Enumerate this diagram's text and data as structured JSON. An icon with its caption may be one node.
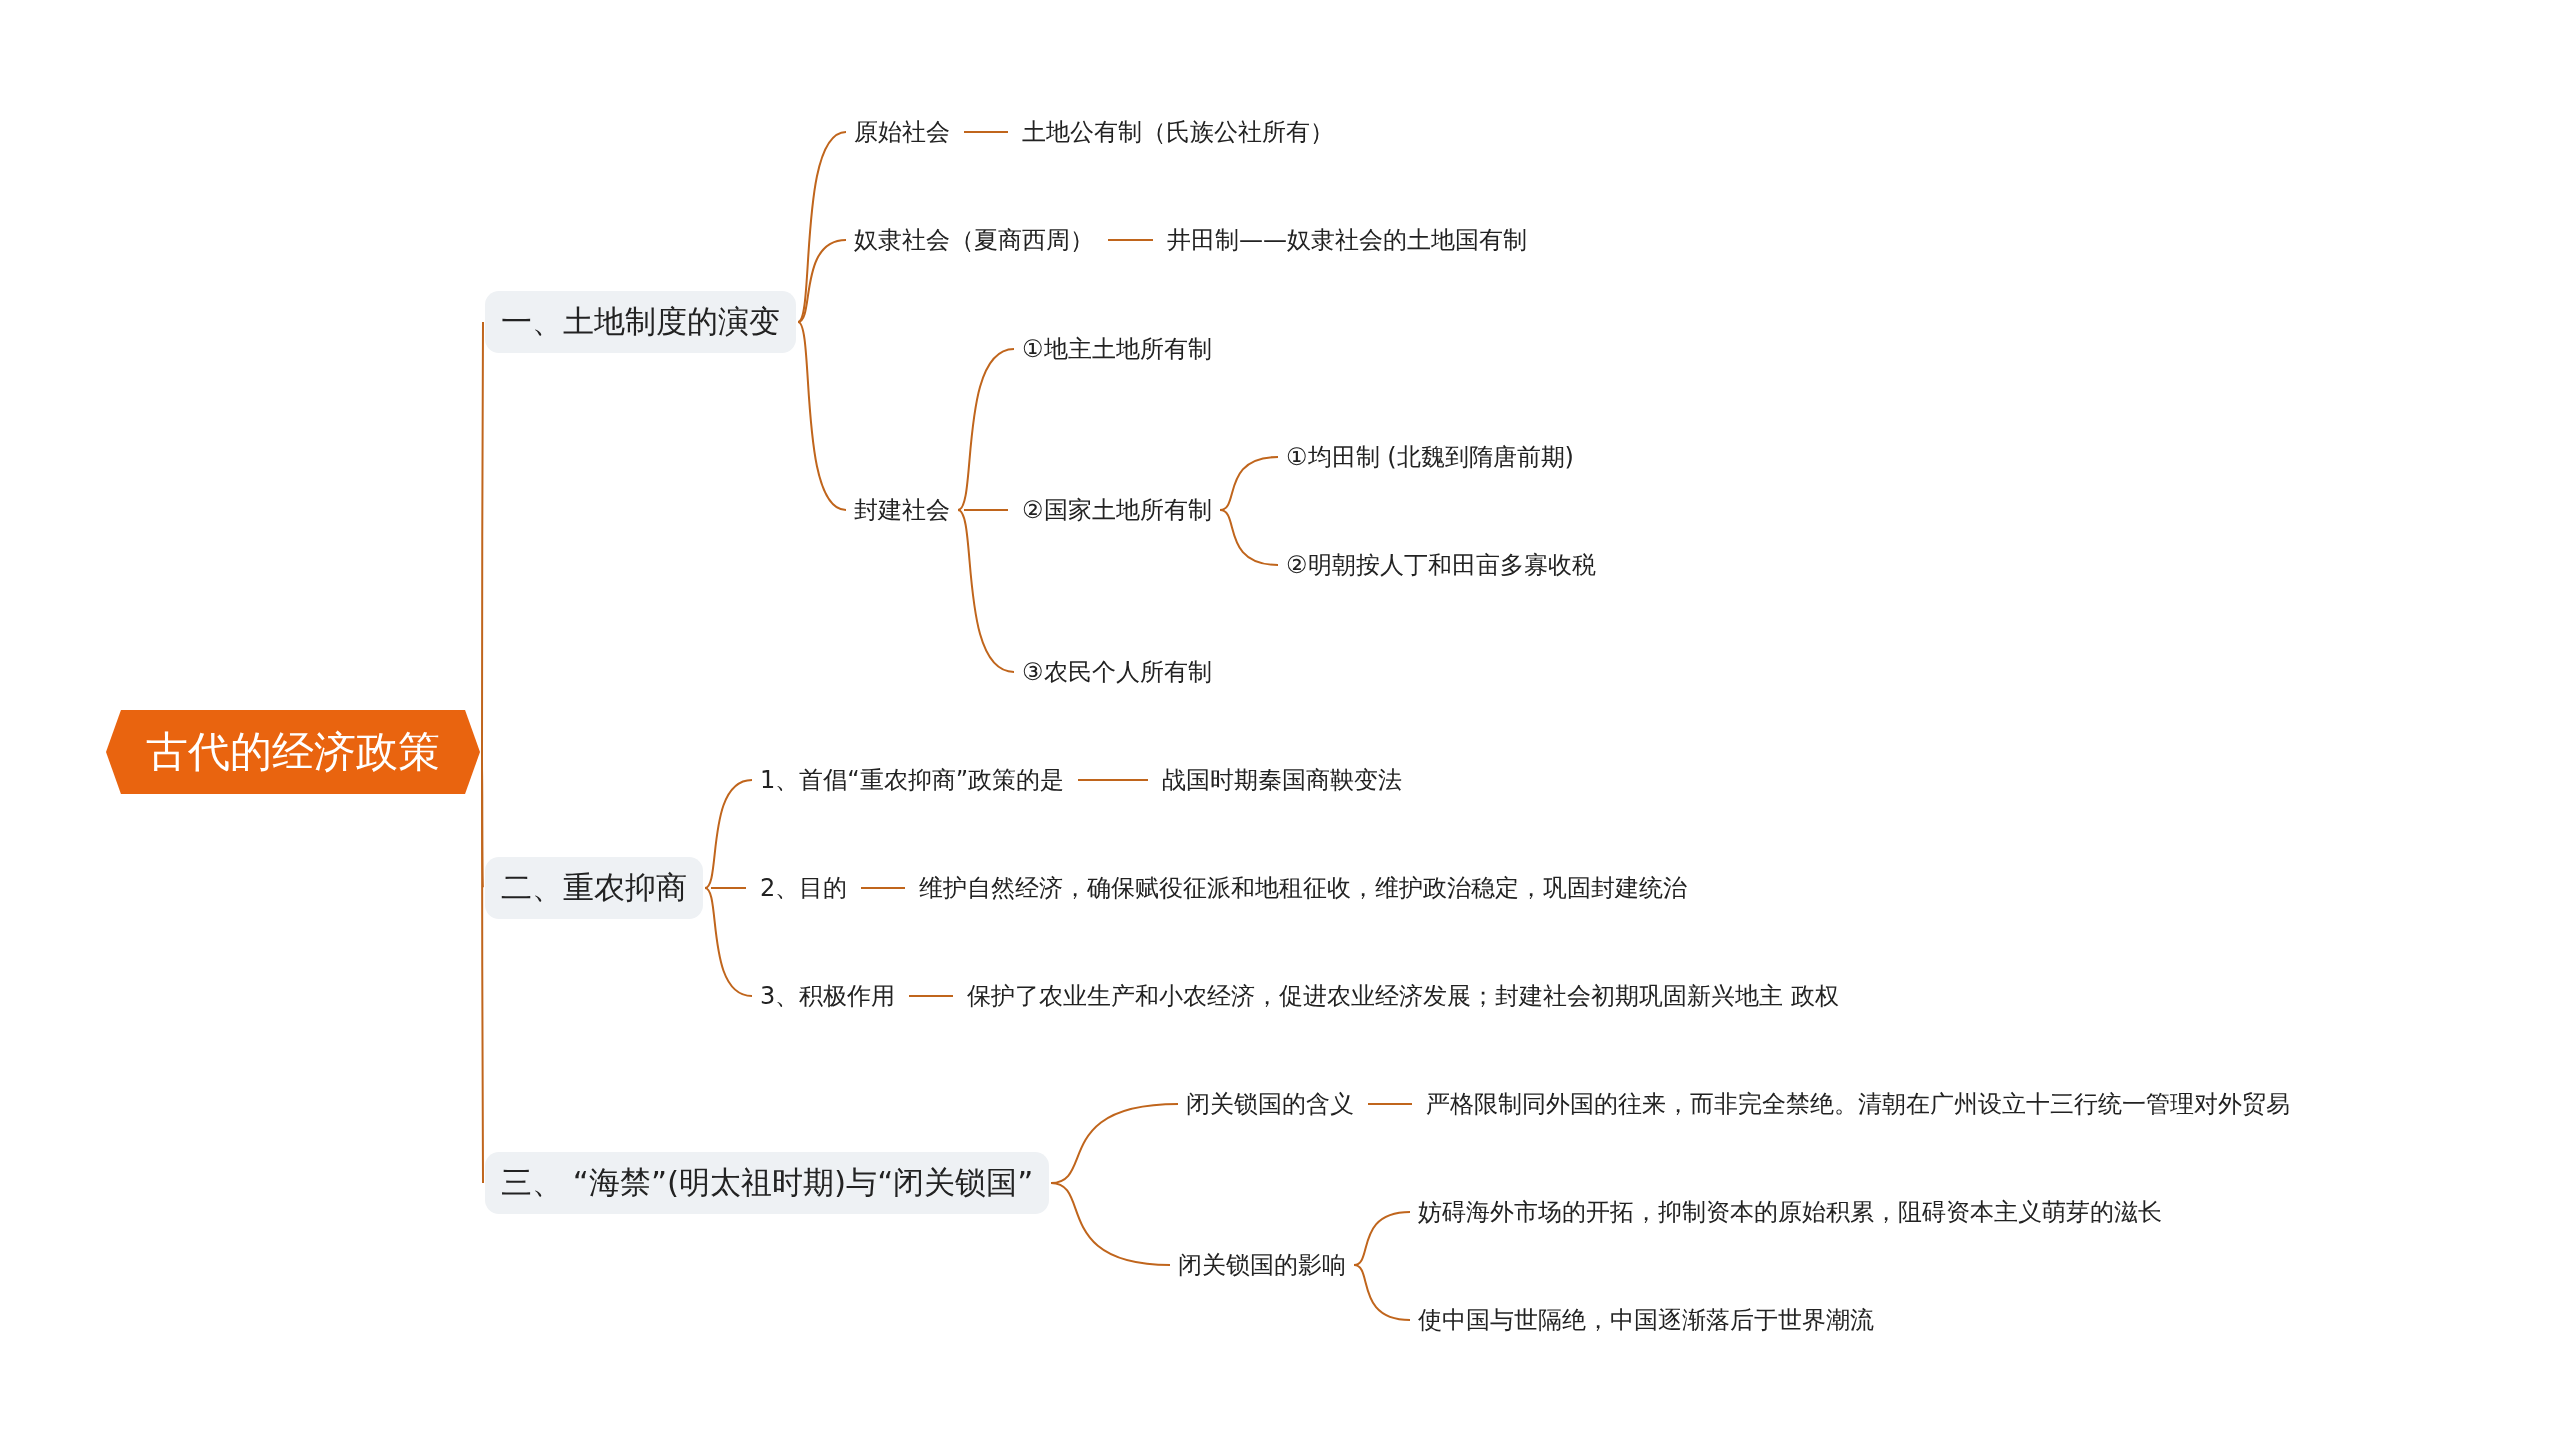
{
  "diagram": {
    "nodes": [
      {
        "text": [
          "古代的经济政策"
        ]
      },
      {
        "text": [
          "一、土地制度的演变"
        ]
      },
      {
        "text": [
          "原始社会"
        ]
      },
      {
        "text": [
          "土地公有制（氏族公社所有）"
        ]
      },
      {
        "text": [
          "奴隶社会（夏商西周）"
        ]
      },
      {
        "text": [
          "井田制——奴隶社会的土地国有制"
        ]
      },
      {
        "text": [
          "封建社会"
        ]
      },
      {
        "text": [
          "①地主土地所有制"
        ]
      },
      {
        "text": [
          "②国家土地所有制"
        ]
      },
      {
        "text": [
          "①均田制 (北魏到隋唐前期)"
        ]
      },
      {
        "text": [
          "②明朝按人丁和田亩多寡收税"
        ]
      },
      {
        "text": [
          "③农民个人所有制"
        ]
      },
      {
        "text": [
          "二、重农抑商"
        ]
      },
      {
        "text": [
          "1、首倡“重农抑商”政策的是"
        ]
      },
      {
        "text": [
          "战国时期秦国商鞅变法"
        ]
      },
      {
        "text": [
          "2、目的"
        ]
      },
      {
        "text": [
          "维护自然经济，确保赋役征派和地租征收，维护政治稳定，巩固封建统治"
        ]
      },
      {
        "text": [
          "3、积极作用"
        ]
      },
      {
        "text": [
          "保护了农业生产和小农经济，促进农业经济发展；封建社会初期巩固新兴地主 政权"
        ]
      },
      {
        "text": [
          "三、 “海禁”(明太祖时期)与“闭关锁国”"
        ]
      },
      {
        "text": [
          "闭关锁国的含义"
        ]
      },
      {
        "text": [
          "严格限制同外国的往来，而非完全禁绝。清朝在广州设立十三行统一管理对外贸易"
        ]
      },
      {
        "text": [
          "闭关锁国的影响"
        ]
      },
      {
        "text": [
          "妨碍海外市场的开拓，抑制资本的原始积累，阻碍资本主义萌芽的滋长"
        ]
      },
      {
        "text": [
          "使中国与世隔绝，中国逐渐落后于世界潮流"
        ]
      }
    ],
    "edges": [
      {
        "from": 0,
        "to": 1,
        "arrow": "none"
      },
      {
        "from": 0,
        "to": 12,
        "arrow": "none"
      },
      {
        "from": 0,
        "to": 19,
        "arrow": "none"
      },
      {
        "from": 1,
        "to": 2,
        "arrow": "none"
      },
      {
        "from": 1,
        "to": 4,
        "arrow": "none"
      },
      {
        "from": 1,
        "to": 6,
        "arrow": "none"
      },
      {
        "from": 2,
        "to": 3,
        "arrow": "none"
      },
      {
        "from": 4,
        "to": 5,
        "arrow": "none"
      },
      {
        "from": 6,
        "to": 7,
        "arrow": "none"
      },
      {
        "from": 6,
        "to": 8,
        "arrow": "none"
      },
      {
        "from": 6,
        "to": 11,
        "arrow": "none"
      },
      {
        "from": 8,
        "to": 9,
        "arrow": "none"
      },
      {
        "from": 8,
        "to": 10,
        "arrow": "none"
      },
      {
        "from": 12,
        "to": 13,
        "arrow": "none"
      },
      {
        "from": 12,
        "to": 15,
        "arrow": "none"
      },
      {
        "from": 12,
        "to": 17,
        "arrow": "none"
      },
      {
        "from": 13,
        "to": 14,
        "arrow": "none"
      },
      {
        "from": 15,
        "to": 16,
        "arrow": "none"
      },
      {
        "from": 17,
        "to": 18,
        "arrow": "none"
      },
      {
        "from": 19,
        "to": 20,
        "arrow": "none"
      },
      {
        "from": 19,
        "to": 22,
        "arrow": "none"
      },
      {
        "from": 20,
        "to": 21,
        "arrow": "none"
      },
      {
        "from": 22,
        "to": 23,
        "arrow": "none"
      },
      {
        "from": 22,
        "to": 24,
        "arrow": "none"
      }
    ]
  }
}
